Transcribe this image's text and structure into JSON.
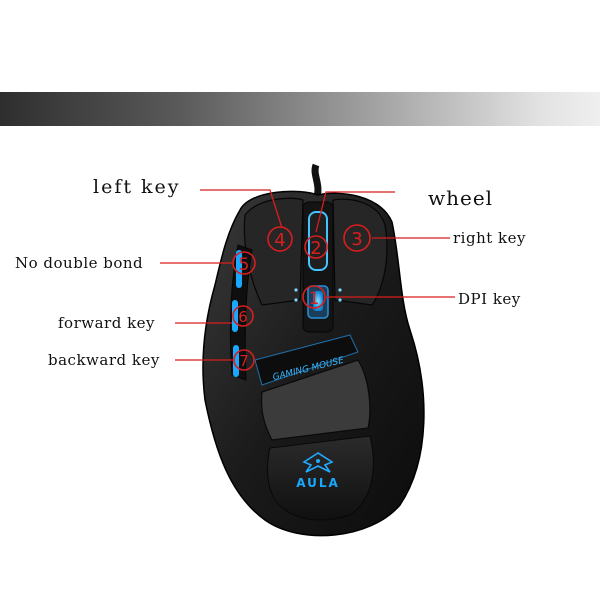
{
  "labels": {
    "left_key": "left key",
    "wheel": "wheel",
    "right_key": "right key",
    "no_double_bond": "No double bond",
    "dpi_key": "DPI key",
    "forward_key": "forward key",
    "backward_key": "backward key"
  },
  "callouts": [
    "1",
    "2",
    "3",
    "4",
    "5",
    "6",
    "7"
  ],
  "mouse": {
    "brand": "AULA",
    "model_text": "GAMING MOUSE"
  },
  "colors": {
    "callout": "#d81e1e",
    "glow": "#1aa8ff",
    "body": "#1c1c1c"
  },
  "icons": [
    "aula-logo-icon"
  ]
}
